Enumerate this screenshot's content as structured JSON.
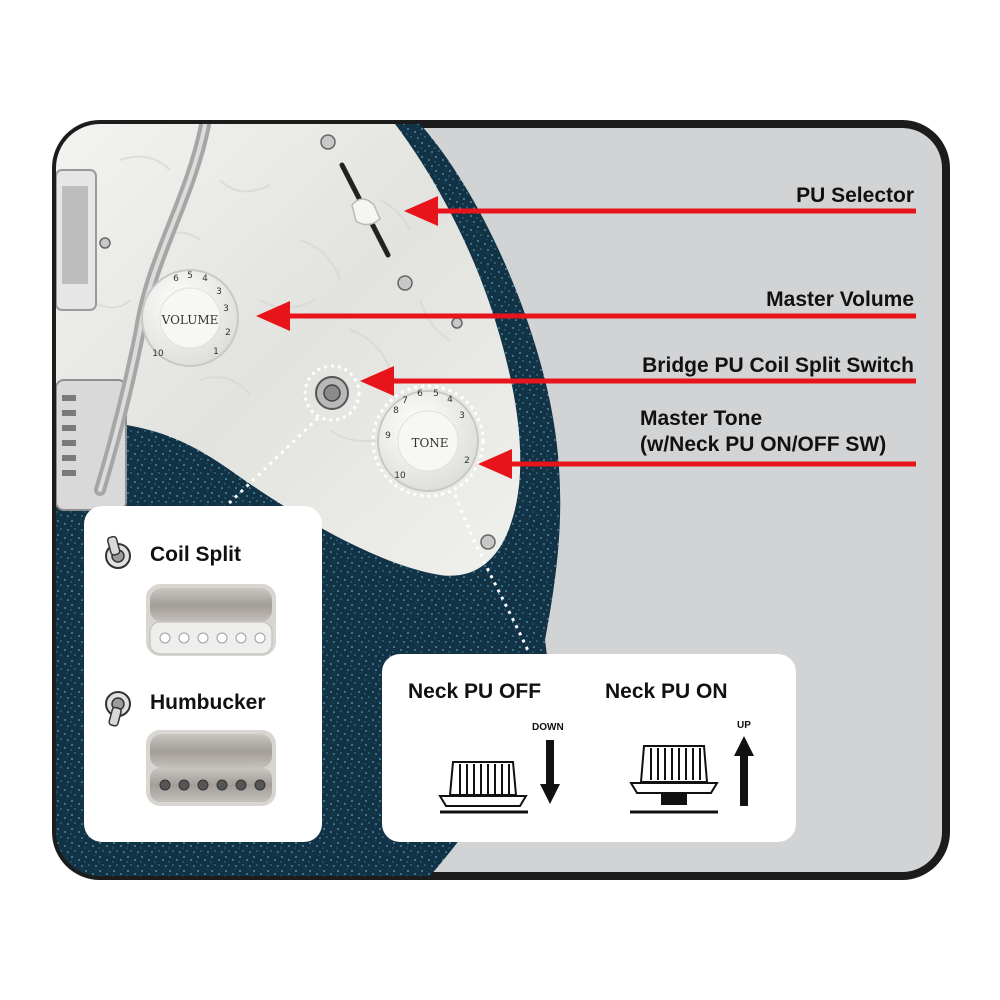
{
  "callouts": {
    "pu_selector": "PU Selector",
    "master_volume": "Master Volume",
    "bridge_coil_split": "Bridge PU Coil Split  Switch",
    "master_tone_line1": "Master Tone",
    "master_tone_line2": "(w/Neck PU ON/OFF  SW)"
  },
  "knobs": {
    "volume_label": "VOLUME",
    "tone_label": "TONE",
    "scale_numbers": [
      "1",
      "2",
      "3",
      "4",
      "5",
      "6",
      "7",
      "8",
      "9",
      "10"
    ]
  },
  "switch_panel": {
    "coil_split_label": "Coil Split",
    "humbucker_label": "Humbucker"
  },
  "neck_panel": {
    "off_label": "Neck PU OFF",
    "on_label": "Neck PU ON",
    "down_label": "DOWN",
    "up_label": "UP"
  },
  "colors": {
    "arrow": "#e8141c",
    "frame": "#1c1c1c",
    "background": "#d2d3d4",
    "body_finish": "#15384e",
    "pickguard": "#ecece8"
  },
  "icons": [
    "toggle-switch-icon",
    "pickup-icon",
    "knob-icon",
    "arrow-down-icon",
    "arrow-up-icon"
  ]
}
